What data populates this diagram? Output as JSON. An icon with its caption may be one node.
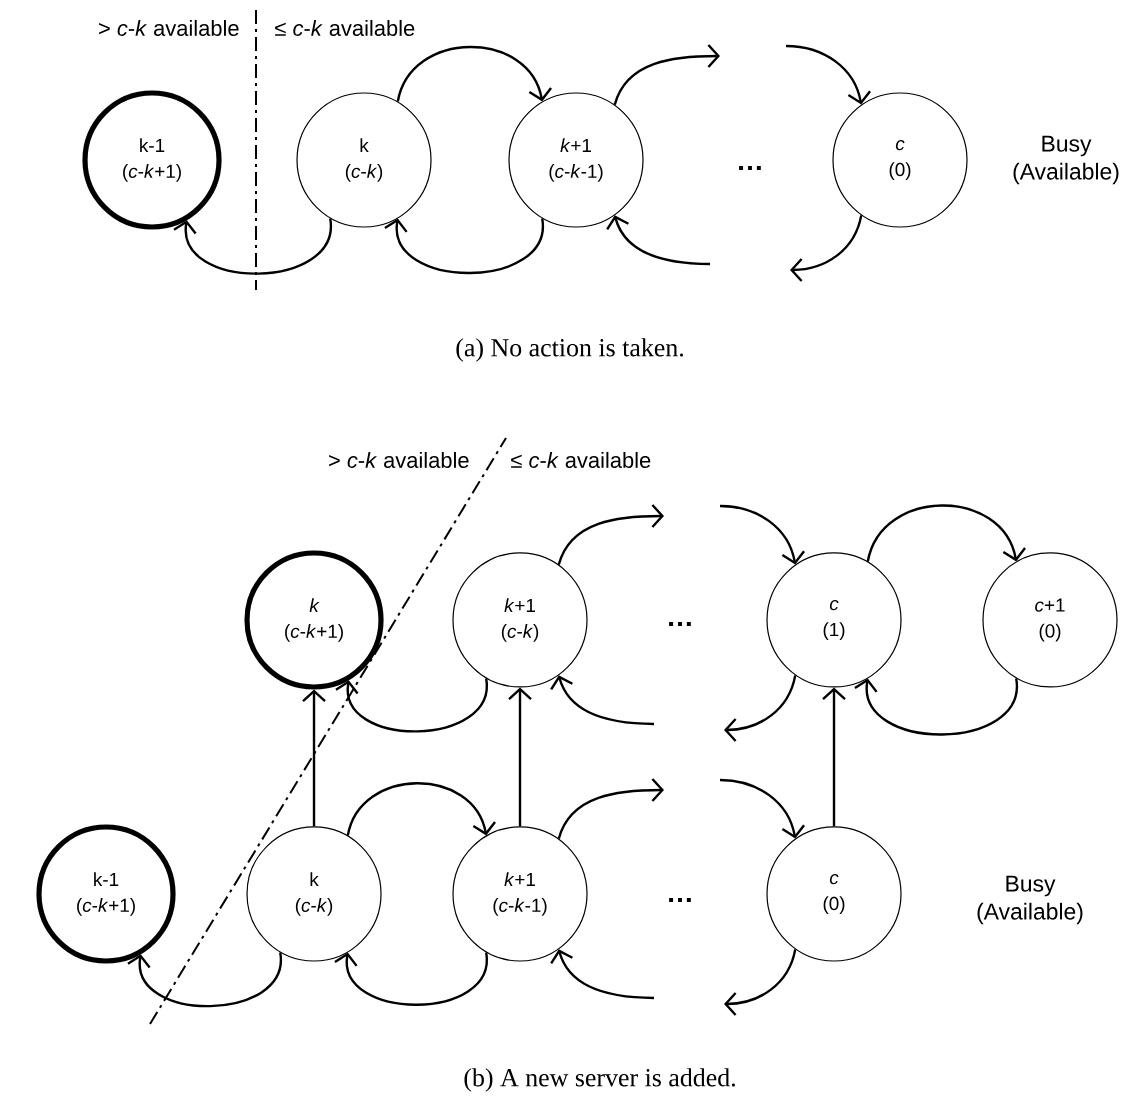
{
  "diagram": {
    "nodes": [
      {
        "text": [
          "k-1",
          "(*c*-*k*+1)"
        ]
      },
      {
        "text": [
          "k",
          "(*c*-*k*)"
        ]
      },
      {
        "text": [
          "*k*+1",
          "(*c*-*k*-1)"
        ]
      },
      {
        "text": [
          "c",
          "(0)"
        ]
      },
      {
        "text": [
          "k",
          "(*c*-*k*+1)"
        ]
      },
      {
        "text": [
          "*k*+1",
          "(*c*-*k*)"
        ]
      },
      {
        "text": [
          "c",
          "(1)"
        ]
      },
      {
        "text": [
          "*c*+1",
          "(0)"
        ]
      },
      {
        "text": [
          "k-1",
          "(*c*-*k*+1)"
        ]
      },
      {
        "text": [
          "k",
          "(*c*-*k*)"
        ]
      },
      {
        "text": [
          "*k*+1",
          "(*c*-*k*-1)"
        ]
      },
      {
        "text": [
          "c",
          "(0)"
        ]
      }
    ],
    "edges": [
      {
        "from": 1,
        "to": 2,
        "arrow": "to"
      },
      {
        "from": 2,
        "to": 1,
        "arrow": "to"
      },
      {
        "from": 1,
        "to": 0,
        "arrow": "to"
      },
      {
        "from": 2,
        "to": null,
        "arrow": "to"
      },
      {
        "from": null,
        "to": 3,
        "arrow": "to"
      },
      {
        "from": 3,
        "to": null,
        "arrow": "to"
      },
      {
        "from": null,
        "to": 2,
        "arrow": "to"
      },
      {
        "from": 5,
        "to": 4,
        "arrow": "to"
      },
      {
        "from": 5,
        "to": null,
        "arrow": "to"
      },
      {
        "from": null,
        "to": 6,
        "arrow": "to"
      },
      {
        "from": 6,
        "to": 7,
        "arrow": "to"
      },
      {
        "from": 7,
        "to": 6,
        "arrow": "to"
      },
      {
        "from": 6,
        "to": null,
        "arrow": "to"
      },
      {
        "from": null,
        "to": 5,
        "arrow": "to"
      },
      {
        "from": 9,
        "to": 4,
        "arrow": "to"
      },
      {
        "from": 10,
        "to": 5,
        "arrow": "to"
      },
      {
        "from": 11,
        "to": 6,
        "arrow": "to"
      },
      {
        "from": 9,
        "to": 10,
        "arrow": "to"
      },
      {
        "from": 10,
        "to": 9,
        "arrow": "to"
      },
      {
        "from": 9,
        "to": 8,
        "arrow": "to"
      },
      {
        "from": 10,
        "to": null,
        "arrow": "to"
      },
      {
        "from": null,
        "to": 11,
        "arrow": "to"
      },
      {
        "from": 11,
        "to": null,
        "arrow": "to"
      },
      {
        "from": null,
        "to": 10,
        "arrow": "to"
      }
    ],
    "labels": [
      "> *c*-*k* available",
      "≤ *c*-*k* available",
      "…",
      "Busy (Available)",
      "(a) No action is taken.",
      "> *c*-*k* available",
      "≤ *c*-*k* available",
      "…",
      "…",
      "Busy (Available)",
      "(b) A new server is added."
    ]
  }
}
